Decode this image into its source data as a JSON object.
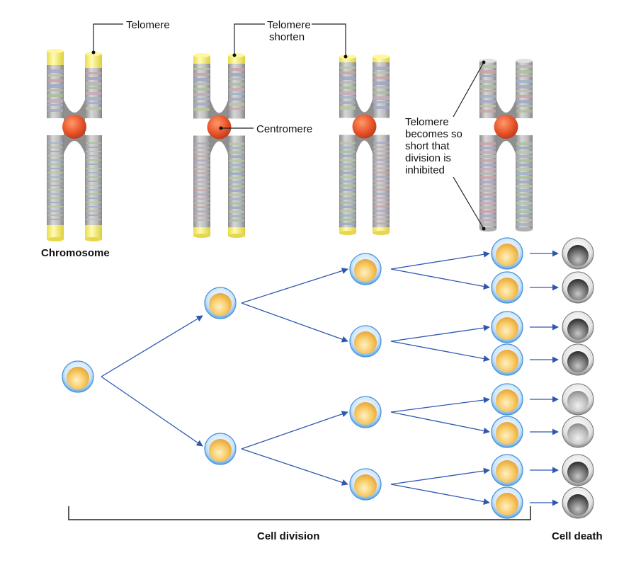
{
  "labels": {
    "telomere": "Telomere",
    "telomere_shorten_1": "Telomere",
    "telomere_shorten_2": "shorten",
    "centromere": "Centromere",
    "inhibited_1": "Telomere",
    "inhibited_2": "becomes so",
    "inhibited_3": "short that",
    "inhibited_4": "division is",
    "inhibited_5": "inhibited",
    "chromosome": "Chromosome",
    "cell_division": "Cell division",
    "cell_death": "Cell death"
  },
  "colors": {
    "telomere": "#f7ee7a",
    "centromere": "#e5532a",
    "arrow": "#2e58b0",
    "cell_fill": "#f5c25a",
    "cell_ring": "#8ec3ee",
    "dead_cell": "#707070"
  }
}
